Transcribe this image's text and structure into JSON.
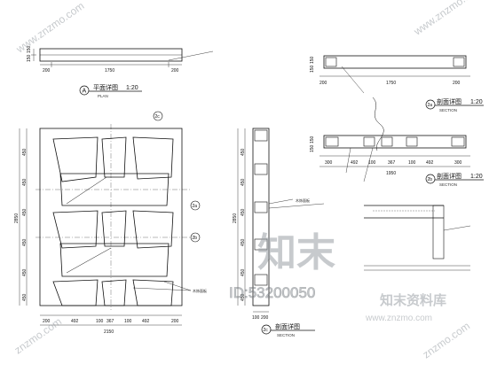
{
  "views": {
    "plan_a": {
      "tag": "A",
      "title": "平面详图",
      "scale": "1:20",
      "subtitle": "PLAN",
      "dims": [
        "200",
        "1750",
        "200"
      ],
      "height_dims": [
        "150",
        "150"
      ]
    },
    "elevation": {
      "width_dims": [
        "200",
        "492",
        "100",
        "367",
        "100",
        "492",
        "200"
      ],
      "width_total": "2150",
      "height_dims": [
        "450",
        "450",
        "450",
        "450",
        "450",
        "450"
      ],
      "height_total": "2850",
      "section_marks": [
        "2a",
        "2b",
        "2c"
      ],
      "callout_circle": "2c",
      "note": "木饰面板"
    },
    "section_2a": {
      "tag": "2a",
      "title": "剖面详图",
      "scale": "1:20",
      "subtitle": "SECTION",
      "dims": [
        "200",
        "1750",
        "200"
      ],
      "height_dims": [
        "150",
        "150"
      ]
    },
    "section_2b": {
      "tag": "2b",
      "title": "剖面详图",
      "scale": "1:20",
      "subtitle": "SECTION",
      "dims": [
        "300",
        "492",
        "100",
        "367",
        "100",
        "492",
        "300"
      ],
      "total": "1950",
      "height_dims": [
        "150",
        "150"
      ]
    },
    "section_2c": {
      "tag": "2c",
      "title": "剖面详图",
      "subtitle": "SECTION",
      "height_total": "2850",
      "height_dims": [
        "450",
        "450",
        "450",
        "450",
        "450",
        "450"
      ],
      "bottom_dims": [
        "100",
        "200"
      ],
      "note": "木饰面板"
    }
  },
  "watermark": {
    "id_text": "ID:53200050",
    "brand": "知末资料库",
    "brand_big": "知末",
    "url": "www.znzmo.com",
    "corner": "znzmo.com"
  }
}
